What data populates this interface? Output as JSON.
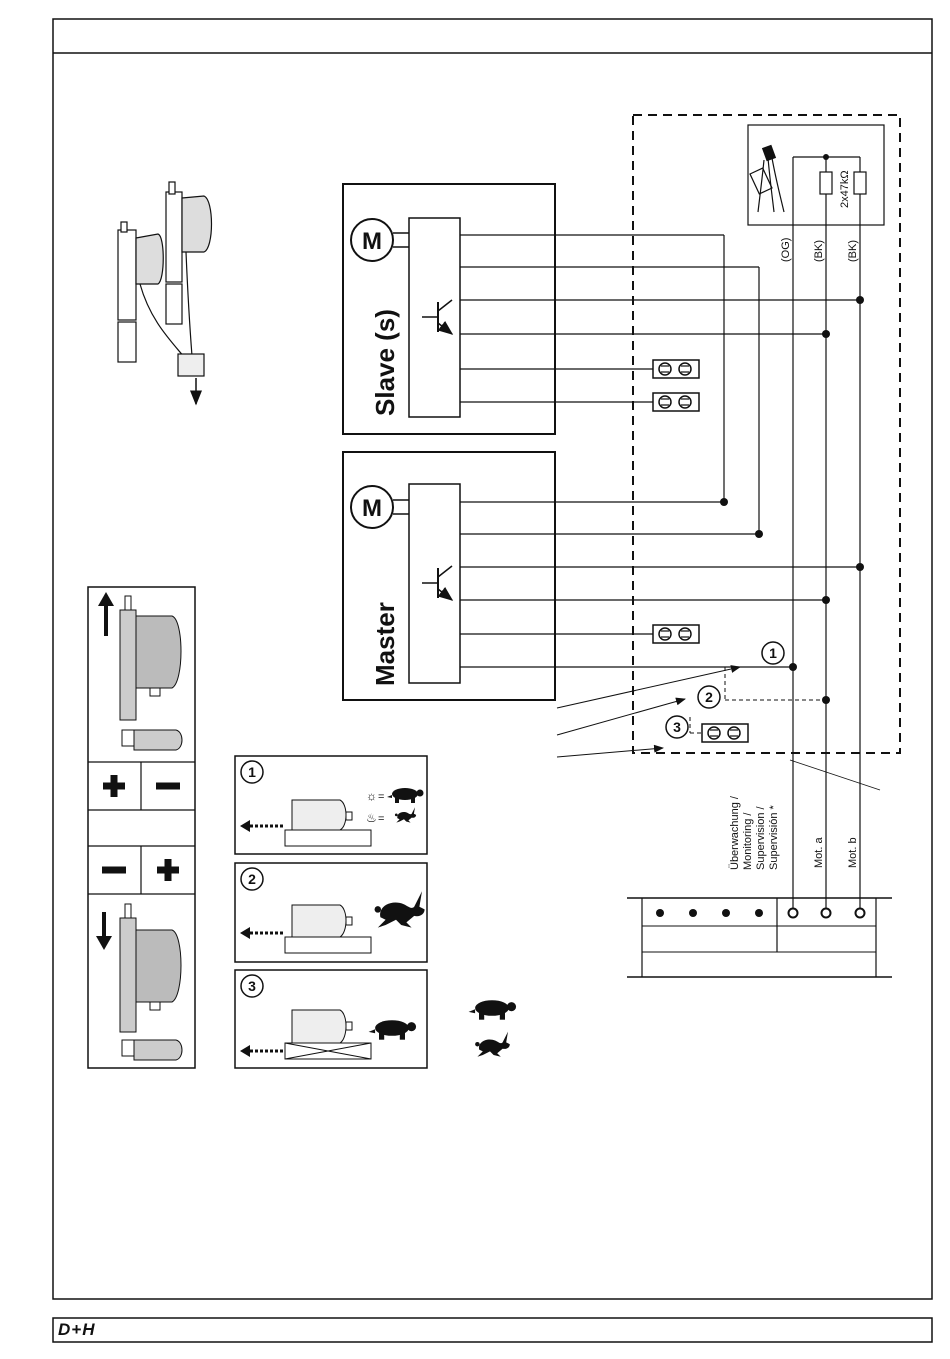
{
  "labels": {
    "motor": "M",
    "slave": "Slave (s)",
    "master": "Master",
    "wire_og": "(OG)",
    "wire_bk": "(BK)",
    "resistor": "2x47kΩ",
    "supervision": [
      "Überwachung /",
      "Monitoring /",
      "Supervision /",
      "Supervisión *"
    ],
    "mot_a": "Mot. a",
    "mot_b": "Mot. b",
    "n1": "1",
    "n2": "2",
    "n3": "3",
    "eq": "="
  },
  "brand": "D+H",
  "icons": [
    "motor-icon",
    "transistor-icon",
    "terminal-block-icon",
    "turtle-icon",
    "rabbit-icon",
    "sun-icon",
    "fire-icon",
    "actuator-icon",
    "plus-icon",
    "minus-icon",
    "arrow-up-icon",
    "arrow-down-icon"
  ]
}
